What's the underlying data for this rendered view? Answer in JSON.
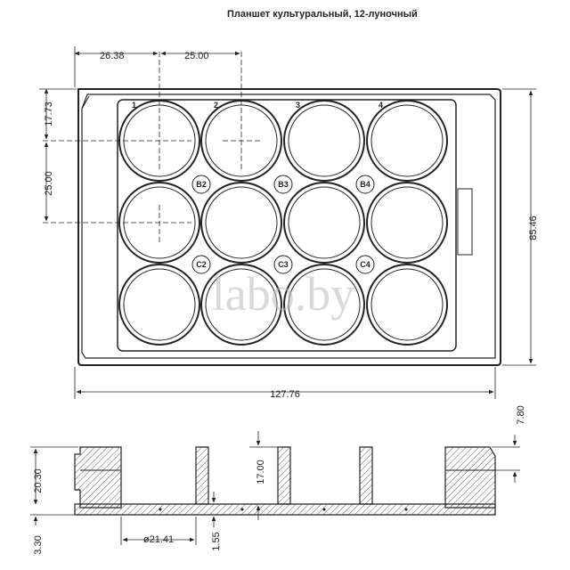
{
  "title": "Планшет культуральный, 12-луночный",
  "watermark": "labo.by",
  "top_view": {
    "column_labels": [
      "1",
      "2",
      "3",
      "4"
    ],
    "well_labels": [
      "B2",
      "B3",
      "B4",
      "C2",
      "C3",
      "C4"
    ],
    "dimensions": {
      "offset_x": "26.38",
      "pitch_x": "25.00",
      "offset_y": "17.73",
      "pitch_y": "25.00",
      "height": "85.46",
      "width": "127.76"
    }
  },
  "side_view": {
    "dimensions": {
      "lid_step": "7.80",
      "overall_height": "20.30",
      "well_depth": "17.00",
      "base": "3.30",
      "well_diameter": "ø21.41",
      "bottom": "1.55"
    }
  }
}
